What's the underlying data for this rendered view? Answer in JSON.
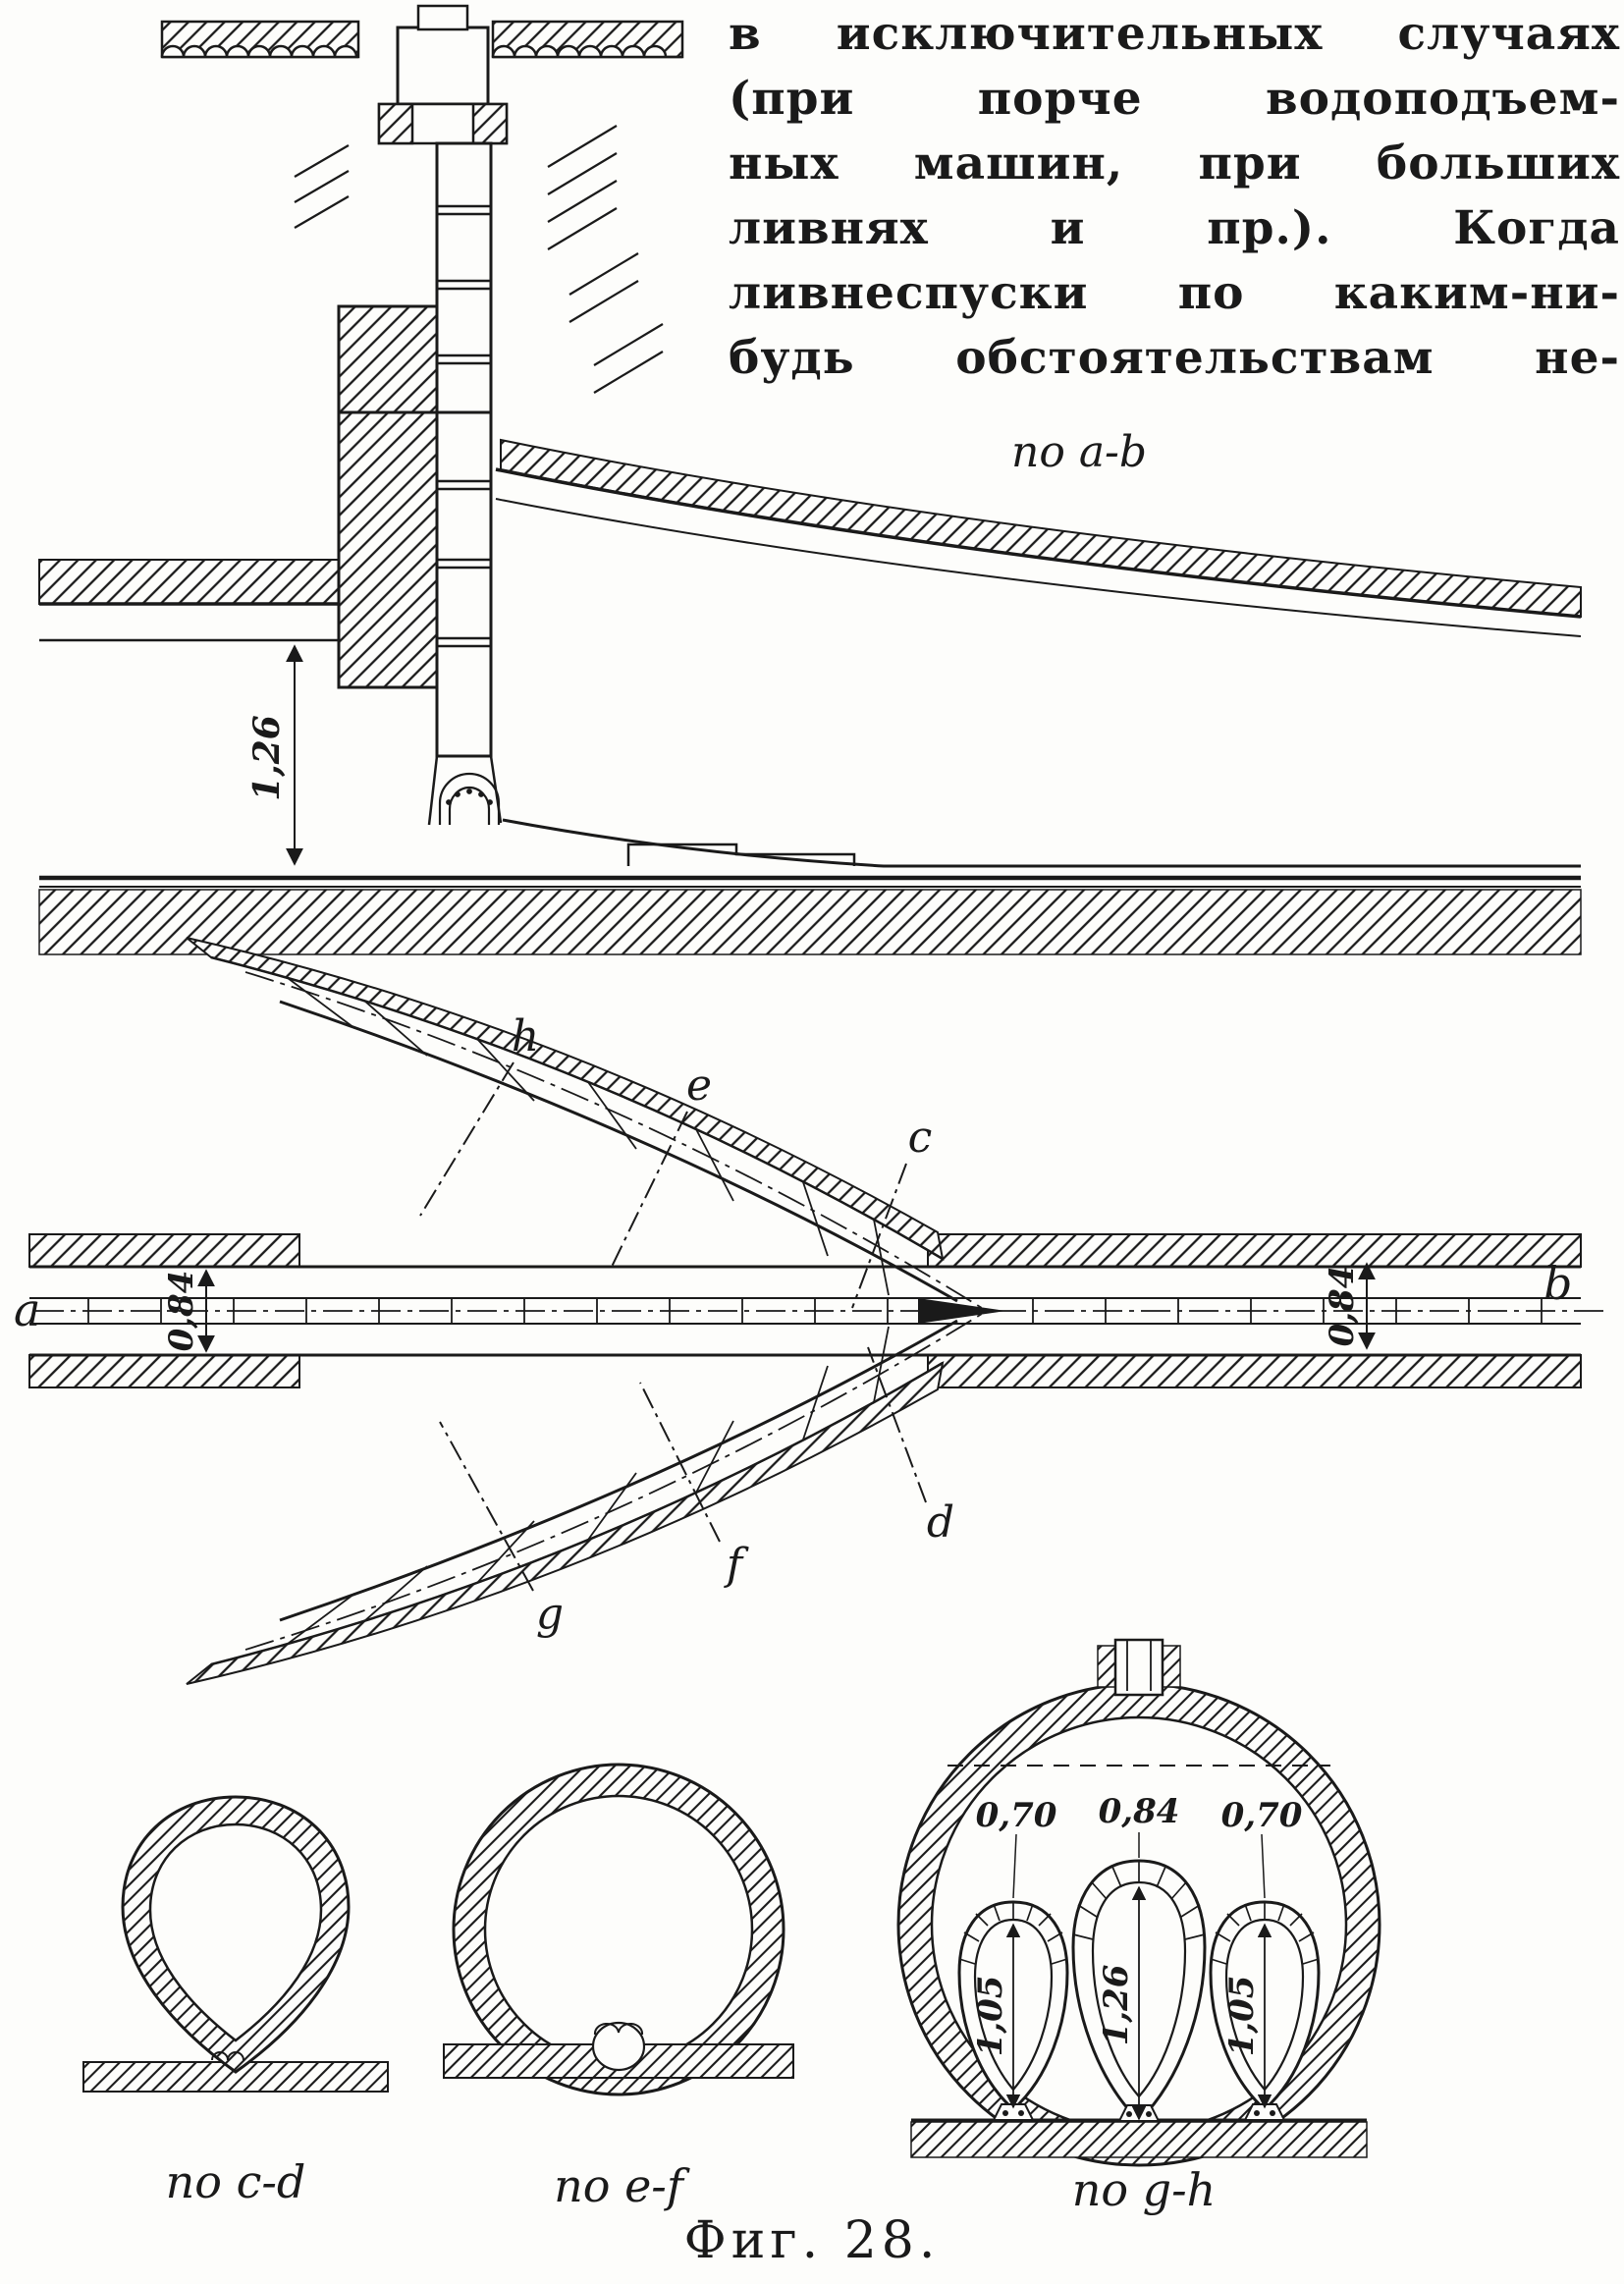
{
  "colors": {
    "ink": "#1a1a1a",
    "paper": "#fdfdfb"
  },
  "text_block": {
    "lines": [
      "в исключительных случаях",
      "(при порче водоподъем-",
      "ных машин, при больших",
      "ливнях и пр.). Когда",
      "ливнеспуски по каким-ни-",
      "будь обстоятельствам не-"
    ]
  },
  "section_ab": {
    "title": "по a-b",
    "dim_depth": "1,26"
  },
  "plan": {
    "label_a": "a",
    "label_b": "b",
    "label_c": "c",
    "label_d": "d",
    "label_e": "e",
    "label_f": "f",
    "label_g": "g",
    "label_h": "h",
    "dim_left": "0,84",
    "dim_right": "0,84"
  },
  "cross_sections": {
    "cd": {
      "label": "по c-d"
    },
    "ef": {
      "label": "по e-f"
    },
    "gh": {
      "label": "по g-h",
      "dim_top": [
        "0,70",
        "0,84",
        "0,70"
      ],
      "dim_vertical": [
        "1,05",
        "1,26",
        "1,05"
      ]
    }
  },
  "caption": "Фиг. 28."
}
